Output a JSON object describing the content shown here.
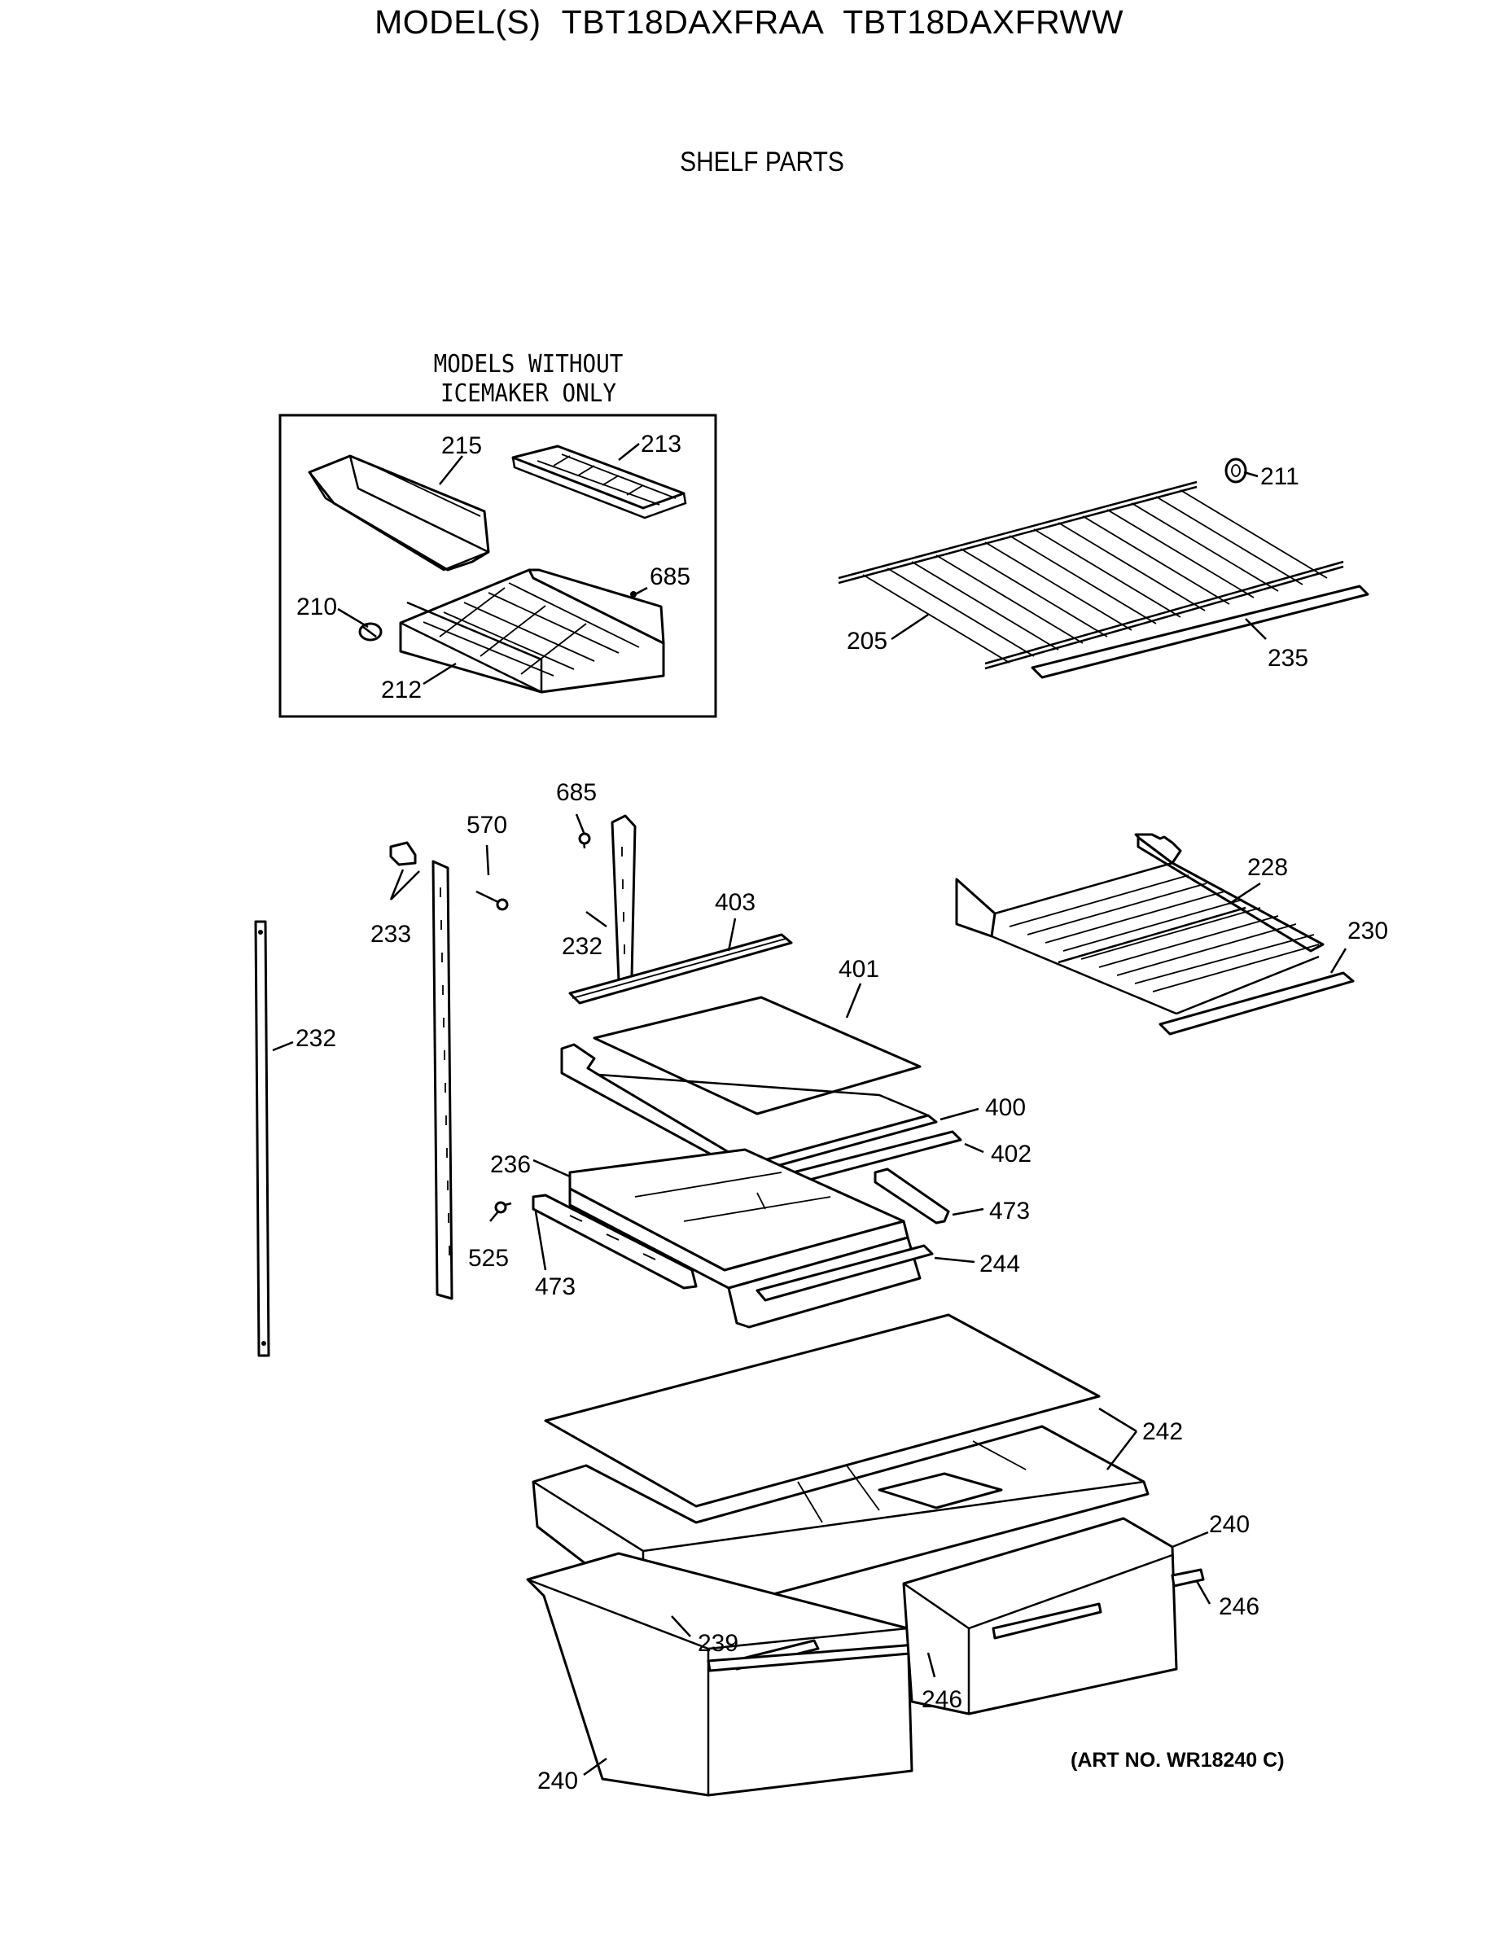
{
  "page": {
    "title": "MODEL(S) TBT18DAXFRAA  TBT18DAXFRWW",
    "subtitle": "SHELF PARTS",
    "box_caption_line1": "MODELS WITHOUT",
    "box_caption_line2": "ICEMAKER ONLY",
    "art_number": "(ART NO. WR18240 C)"
  },
  "callouts": {
    "c215": "215",
    "c213": "213",
    "c685a": "685",
    "c210": "210",
    "c212": "212",
    "c211": "211",
    "c205": "205",
    "c235": "235",
    "c685b": "685",
    "c570": "570",
    "c233": "233",
    "c232a": "232",
    "c232b": "232",
    "c403": "403",
    "c401": "401",
    "c228": "228",
    "c230": "230",
    "c400": "400",
    "c402": "402",
    "c236": "236",
    "c473a": "473",
    "c473b": "473",
    "c525": "525",
    "c244": "244",
    "c242": "242",
    "c240a": "240",
    "c240b": "240",
    "c246a": "246",
    "c246b": "246",
    "c239": "239"
  }
}
